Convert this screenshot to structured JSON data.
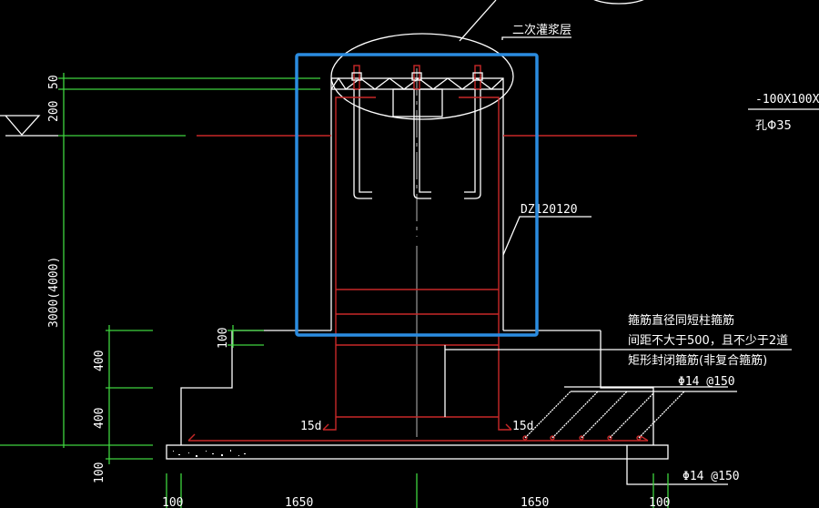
{
  "drawing": {
    "colors": {
      "background": "#000000",
      "outline": "#ffffff",
      "rebar": "#c82828",
      "dimension": "#3fd43f",
      "selection": "#2b8ce0"
    },
    "labels": {
      "grout_layer": "二次灌浆层",
      "plate_spec": "-100X100X",
      "hole_spec": "孔Φ35",
      "column_tag": "DZ120120",
      "stirrup_note_1": "箍筋直径同短柱箍筋",
      "stirrup_note_2": "间距不大于500，且不少于2道",
      "stirrup_note_3": "矩形封闭箍筋(非复合箍筋)",
      "rebar_top": "Φ14 @150",
      "rebar_bottom": "Φ14 @150",
      "hook_left": "15d",
      "hook_right": "15d"
    },
    "dimensions": {
      "vertical": [
        "50",
        "200",
        "3000(4000)",
        "100",
        "400",
        "400",
        "100"
      ],
      "horizontal": [
        "100",
        "1650",
        "1650",
        "100"
      ]
    },
    "selection_box": "selected-entity"
  }
}
